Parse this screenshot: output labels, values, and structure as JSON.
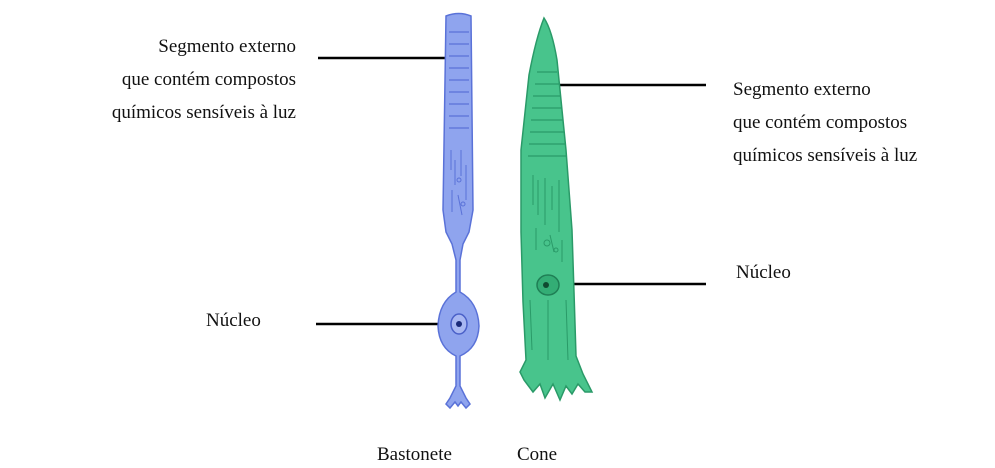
{
  "labels": {
    "left_outer_segment": [
      "Segmento externo",
      "que contém compostos",
      "químicos  sensíveis  à  luz"
    ],
    "right_outer_segment": [
      "Segmento externo",
      "que contém compostos",
      "químicos sensíveis à luz"
    ],
    "left_nucleus": "Núcleo",
    "right_nucleus": "Núcleo"
  },
  "captions": {
    "rod": "Bastonete",
    "cone": "Cone"
  },
  "colors": {
    "rod_fill": "#8fa4ee",
    "rod_stroke": "#5a72d8",
    "cone_fill": "#48c48c",
    "cone_stroke": "#2a9a68",
    "leader": "#000000"
  }
}
